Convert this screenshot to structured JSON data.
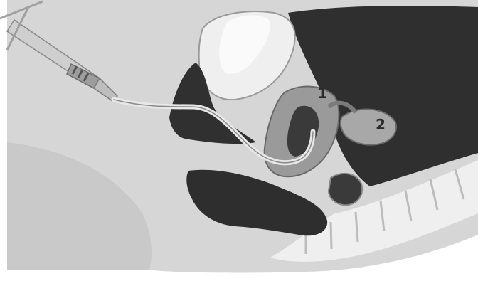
{
  "figure": {
    "callouts": [
      {
        "id": "1",
        "text": "1"
      },
      {
        "id": "2",
        "text": "2"
      }
    ]
  },
  "palette": {
    "background": "#ffffff",
    "skin": "#d8d8d8",
    "skin_shadow": "#bdbdbd",
    "dark_cavity": "#2c2c2c",
    "mid_tissue": "#8a8a8a",
    "light_tissue": "#eeeeee",
    "instrument": "#b9b9b9"
  },
  "icons": [
    "syringe-icon",
    "catheter-icon"
  ]
}
